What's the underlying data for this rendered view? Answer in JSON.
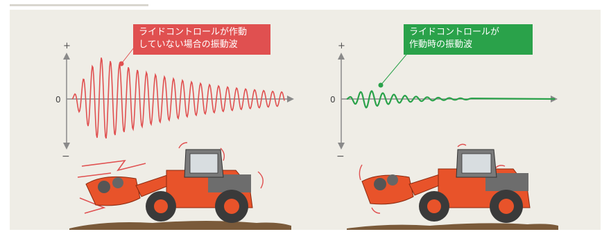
{
  "callouts": {
    "left": {
      "line1": "ライドコントロールが作動",
      "line2": "していない場合の振動波",
      "color": "#e05050"
    },
    "right": {
      "line1": "ライドコントロールが",
      "line2": "作動時の振動波",
      "color": "#2aa24a"
    }
  },
  "axis": {
    "plus": "+",
    "minus": "−",
    "zero": "0"
  },
  "colors": {
    "background": "#efede6",
    "machine": "#e8532a",
    "ground": "#7a5a3a",
    "wave_off": "#e05050",
    "wave_on": "#2aa24a"
  }
}
